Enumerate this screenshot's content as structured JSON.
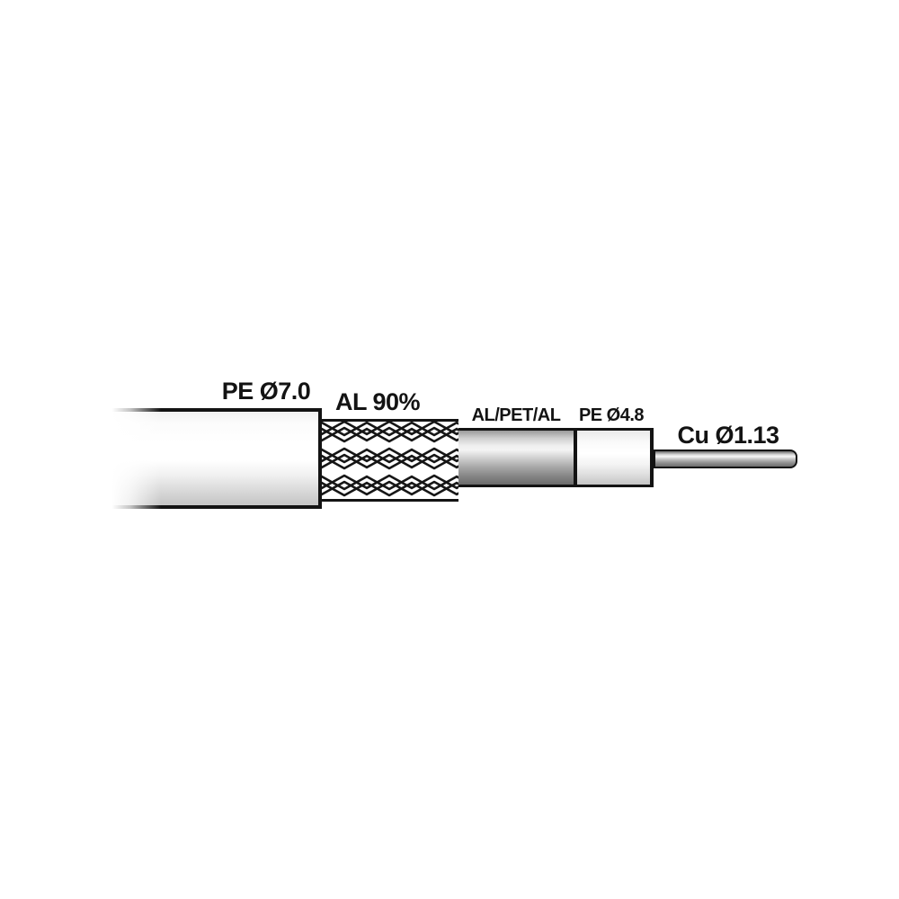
{
  "diagram": {
    "layers": [
      {
        "key": "outer-jacket",
        "label": "PE Ø7.0"
      },
      {
        "key": "braid-shield",
        "label": "AL 90%"
      },
      {
        "key": "foil-shield",
        "label": "AL/PET/AL"
      },
      {
        "key": "dielectric",
        "label": "PE Ø4.8"
      },
      {
        "key": "center-conductor",
        "label": "Cu Ø1.13"
      }
    ],
    "colors": {
      "line": "#131313",
      "background": "#ffffff",
      "jacket_shadow": "#c4c4c4",
      "foil_dark": "#6b6b6b",
      "conductor_gray": "#9b9b9b"
    }
  }
}
